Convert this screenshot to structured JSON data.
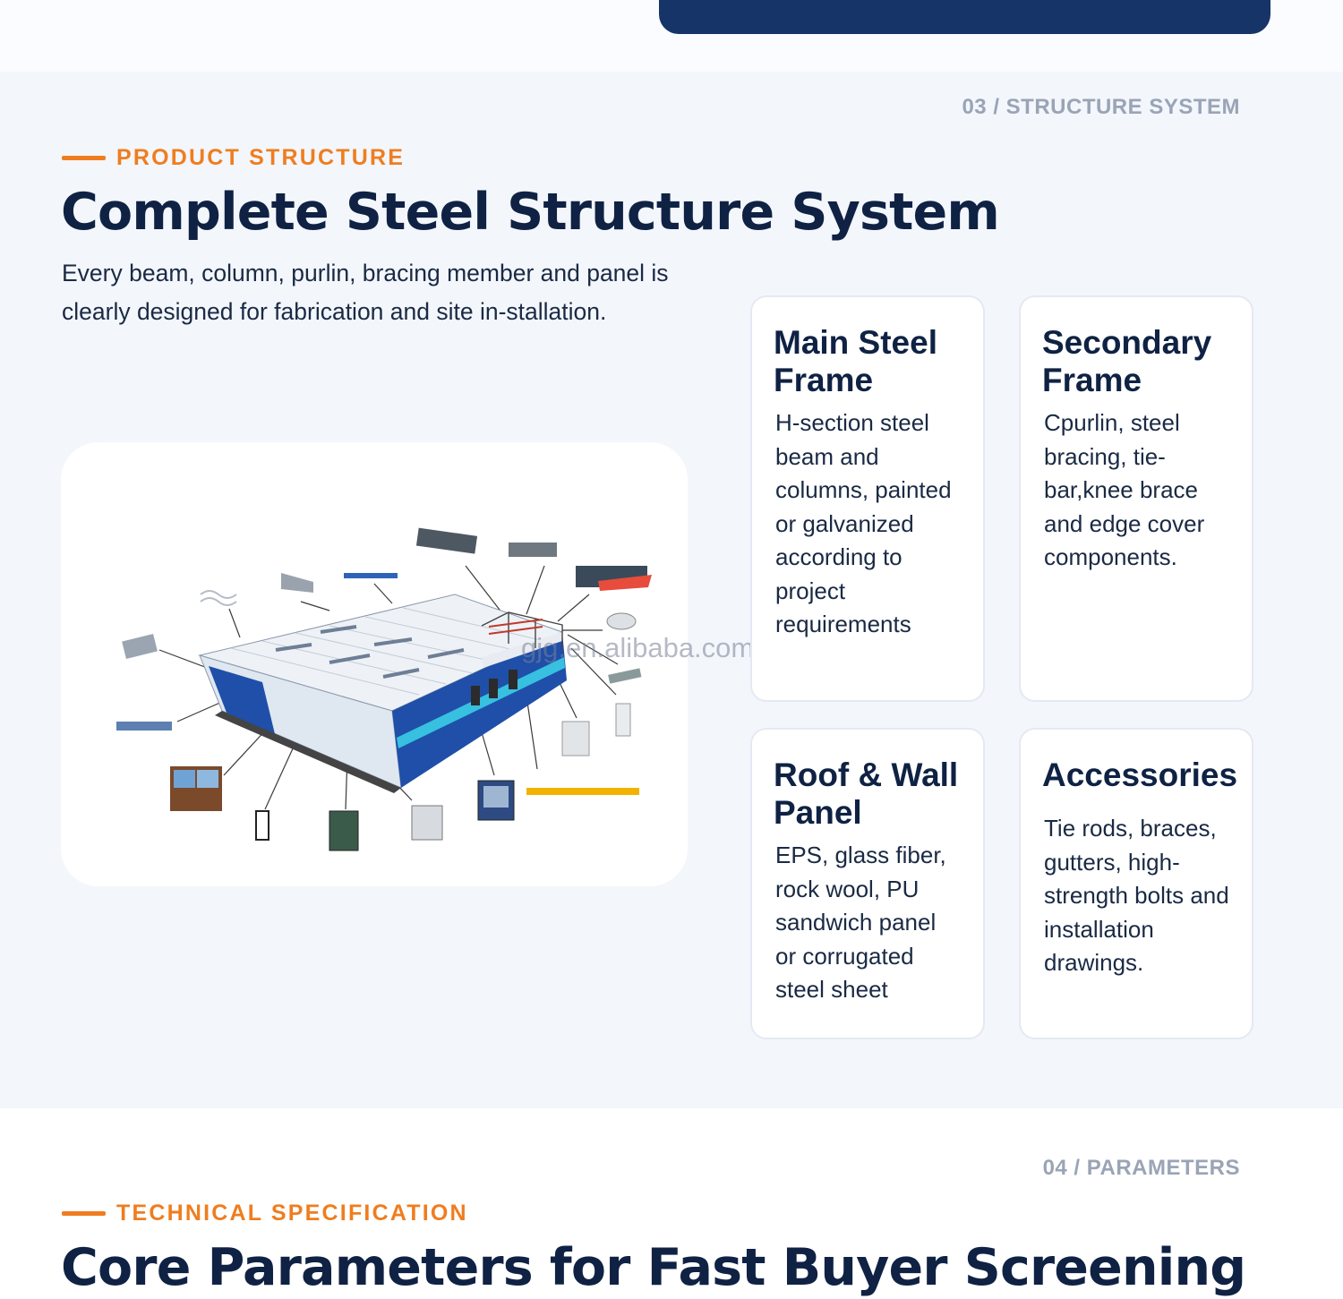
{
  "structure": {
    "section_number": "03 / STRUCTURE SYSTEM",
    "eyebrow": "PRODUCT STRUCTURE",
    "title": "Complete Steel Structure System",
    "description": "Every beam, column, purlin, bracing member and panel is clearly designed for fabrication and site in-stallation.",
    "watermark": "gjg.en.alibaba.com",
    "cards": [
      {
        "title": "Main Steel Frame",
        "text": "H-section steel beam and columns, painted or galvanized according to project requirements"
      },
      {
        "title": "Secondary Frame",
        "text": "Cpurlin, steel bracing, tie-bar,knee brace and edge cover components."
      },
      {
        "title": "Roof & Wall Panel",
        "text": "EPS, glass fiber, rock wool, PU sandwich panel or corrugated steel sheet"
      },
      {
        "title": "Accessories",
        "text": "Tie rods, braces, gutters, high-strength bolts and installation drawings."
      }
    ]
  },
  "parameters": {
    "section_number": "04 / PARAMETERS",
    "eyebrow": "TECHNICAL SPECIFICATION",
    "title": "Core Parameters for Fast Buyer Screening"
  },
  "colors": {
    "accent": "#ef7d1f",
    "navy": "#0f2244",
    "button": "#163468",
    "section_bg": "#f3f6fb"
  }
}
